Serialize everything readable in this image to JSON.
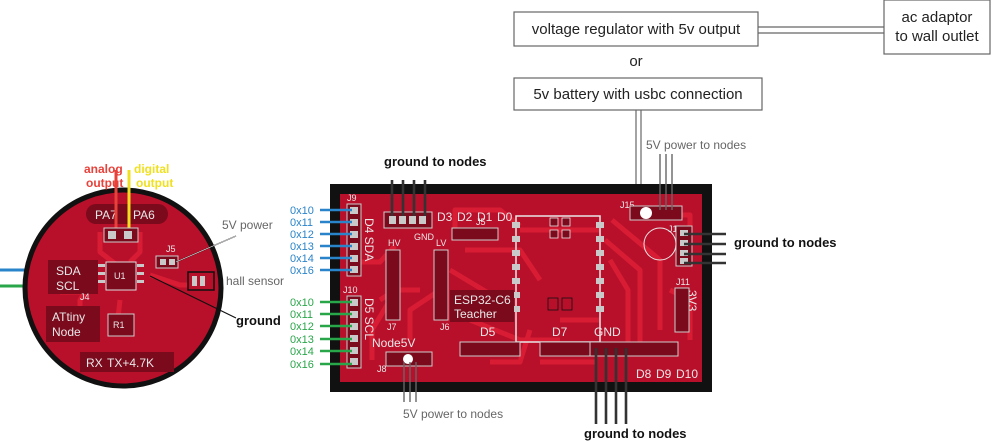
{
  "boxes": {
    "regulator": "voltage regulator with 5v output",
    "adaptor_line1": "ac adaptor",
    "adaptor_line2": "to wall outlet",
    "or": "or",
    "battery": "5v battery with usbc connection"
  },
  "labels": {
    "power_top": "5V power to nodes",
    "power_bottom": "5V power to nodes",
    "ground_top": "ground to nodes",
    "ground_right": "ground to nodes",
    "ground_bottom": "ground to nodes",
    "analog_line1": "analog",
    "analog_line2": "output",
    "digital_line1": "digital",
    "digital_line2": "output",
    "node_5v_power": "5V power",
    "hall_sensor": "hall sensor",
    "node_ground": "ground"
  },
  "hex_addresses_blue": [
    "0x10",
    "0x11",
    "0x12",
    "0x13",
    "0x14",
    "0x16"
  ],
  "hex_addresses_green": [
    "0x10",
    "0x11",
    "0x12",
    "0x13",
    "0x14",
    "0x16"
  ],
  "node_board": {
    "pa7": "PA7",
    "pa6": "PA6",
    "sda": "SDA",
    "scl": "SCL",
    "title_line1": "ATtiny",
    "title_line2": "Node",
    "rx": "RX",
    "tx": "TX+4.7K",
    "j5": "J5",
    "j4": "J4",
    "u1": "U1",
    "r1": "R1"
  },
  "teacher_board": {
    "pins_top": [
      "D3",
      "D2",
      "D1",
      "D0"
    ],
    "gnd_top": "GND",
    "gnd_bottom": "GND",
    "d4_sda": "D4 SDA",
    "d5_scl": "D5 SCL",
    "hv": "HV",
    "lv": "LV",
    "title_line1": "ESP32-C6",
    "title_line2": "Teacher",
    "d5": "D5",
    "d7": "D7",
    "pins_bottom": [
      "D8",
      "D9",
      "D10"
    ],
    "v33": "3V3",
    "node5v": "Node5V",
    "j5": "J5",
    "j6": "J6",
    "j7": "J7",
    "j8": "J8",
    "j9": "J9",
    "j10": "J10",
    "j11": "J11",
    "j12": "J12",
    "j15": "J15"
  },
  "colors": {
    "pcb": "#b8102a",
    "pcb_dark": "#7a0a1c",
    "trace": "#d81c34",
    "outline": "#111111",
    "silk": "#e8e8e8",
    "pad": "#c9c9c9",
    "blue": "#2a84c9",
    "green": "#2aa64a",
    "analog_red": "#e8413a",
    "digital_yellow": "#f0e020"
  }
}
